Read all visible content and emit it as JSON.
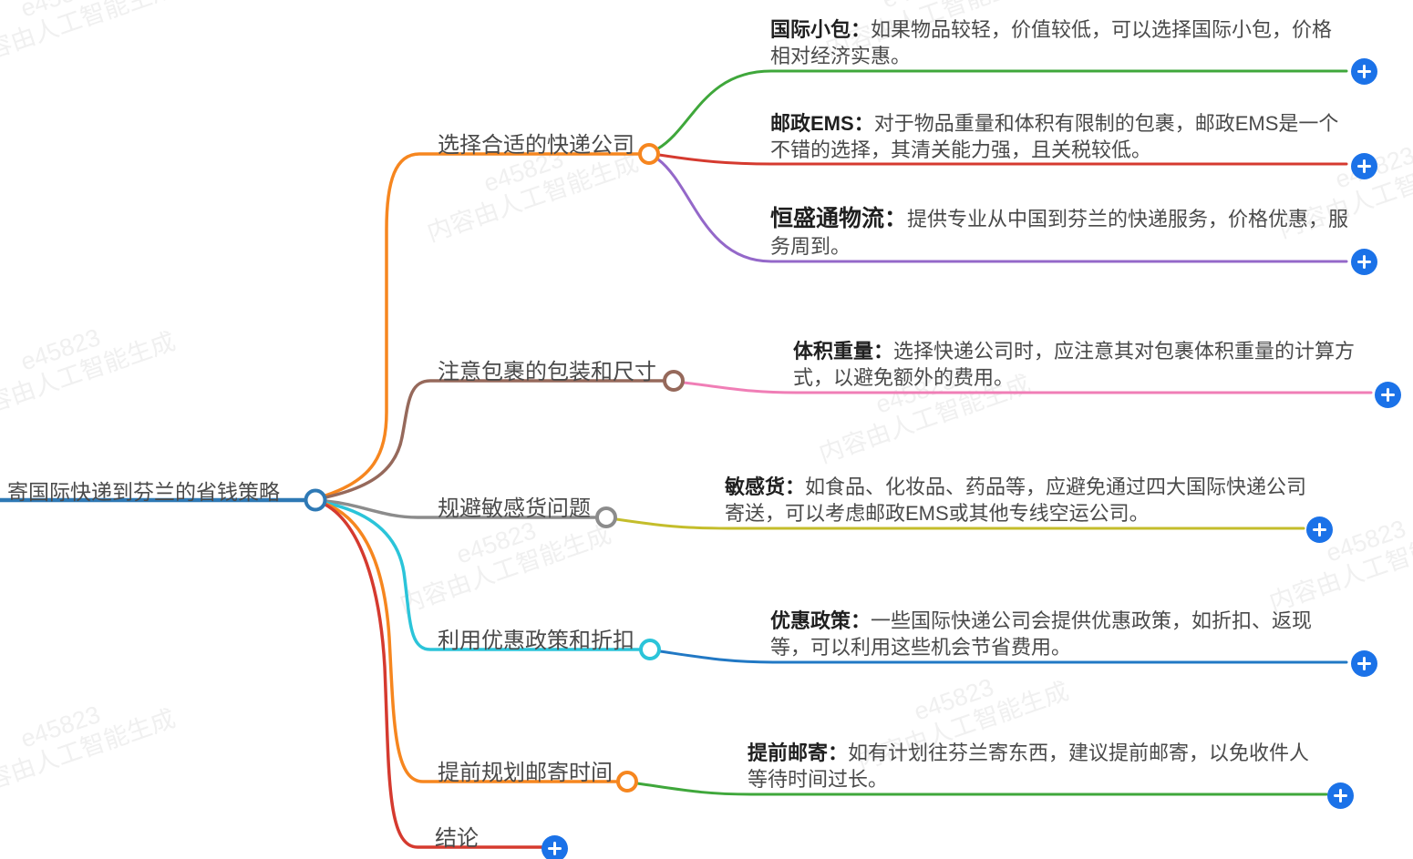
{
  "title": "寄国际快递到芬兰的省钱策略",
  "watermark": {
    "line1": "e45823",
    "line2": "内容由人工智能生成"
  },
  "colors": {
    "root": "#2E79B5",
    "orange": "#F6861F",
    "green": "#3FA73B",
    "red": "#D53A2F",
    "purple": "#9468C9",
    "brown": "#96695B",
    "pink": "#F07EB6",
    "gray": "#8C8C8C",
    "olive": "#C4BD2B",
    "cyan": "#2BC4D9",
    "blue": "#2178C4",
    "plus": "#1B72E8",
    "text": "#4A4A4A",
    "label": "#1F1F1F",
    "watermark": "#F0F0F0"
  },
  "branches": [
    {
      "topic": "选择合适的快递公司",
      "children": [
        {
          "label": "国际小包：",
          "text": "如果物品较轻，价值较低，可以选择国际小包，价格相对经济实惠。"
        },
        {
          "label": "邮政EMS：",
          "text": "对于物品重量和体积有限制的包裹，邮政EMS是一个不错的选择，其清关能力强，且关税较低。"
        },
        {
          "label": "恒盛通物流：",
          "text": "提供专业从中国到芬兰的快递服务，价格优惠，服务周到。"
        }
      ]
    },
    {
      "topic": "注意包裹的包装和尺寸",
      "children": [
        {
          "label": "体积重量：",
          "text": "选择快递公司时，应注意其对包裹体积重量的计算方式，以避免额外的费用。"
        }
      ]
    },
    {
      "topic": "规避敏感货问题",
      "children": [
        {
          "label": "敏感货：",
          "text": "如食品、化妆品、药品等，应避免通过四大国际快递公司寄送，可以考虑邮政EMS或其他专线空运公司。"
        }
      ]
    },
    {
      "topic": "利用优惠政策和折扣",
      "children": [
        {
          "label": "优惠政策：",
          "text": "一些国际快递公司会提供优惠政策，如折扣、返现等，可以利用这些机会节省费用。"
        }
      ]
    },
    {
      "topic": "提前规划邮寄时间",
      "children": [
        {
          "label": "提前邮寄：",
          "text": "如有计划往芬兰寄东西，建议提前邮寄，以免收件人等待时间过长。"
        }
      ]
    },
    {
      "topic": "结论",
      "children": []
    }
  ]
}
